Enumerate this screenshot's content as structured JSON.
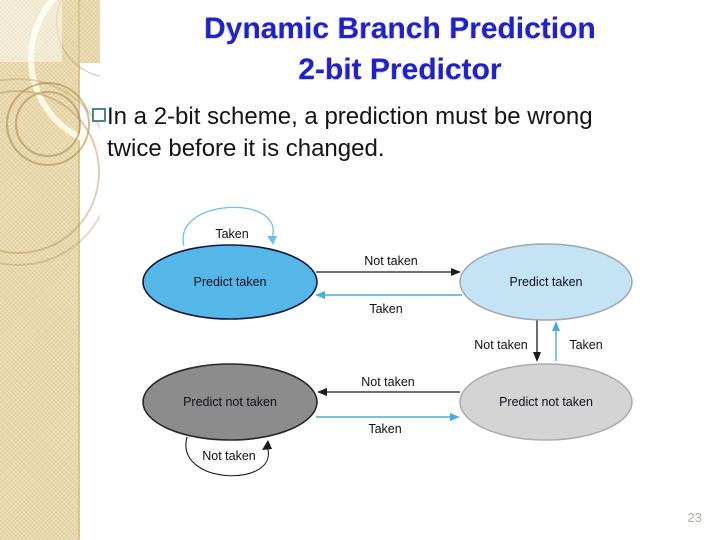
{
  "slide": {
    "title_line1": "Dynamic Branch Prediction",
    "title_line2": "2-bit Predictor",
    "bullet": {
      "lines": [
        "In a 2-bit scheme, a prediction must be wrong",
        "twice before it is changed."
      ]
    },
    "page_number": "23"
  },
  "diagram": {
    "states": [
      {
        "label": "Predict taken"
      },
      {
        "label": "Predict taken"
      },
      {
        "label": "Predict not taken"
      },
      {
        "label": "Predict not taken"
      }
    ],
    "edges": {
      "tl_self_loop": "Taken",
      "tl_to_tr": "Not taken",
      "tr_to_tl": "Taken",
      "tr_to_br": "Not taken",
      "br_to_tr": "Taken",
      "br_to_bl": "Not taken",
      "bl_to_br": "Taken",
      "bl_self_loop": "Not taken"
    }
  },
  "colors": {
    "title-blue": "#2121cc",
    "bullet-teal": "#448a8a",
    "strip-beige": "#e9d8aa",
    "state-strong-taken": "#55b7e8",
    "state-weak-taken": "#c4e3f4",
    "state-strong-not-taken": "#8c8c8c",
    "state-weak-not-taken": "#d4d4d4",
    "arrow-blue": "#45aede",
    "loop-blue": "#6fc0e8",
    "arrow-black": "#1a1a1a"
  }
}
